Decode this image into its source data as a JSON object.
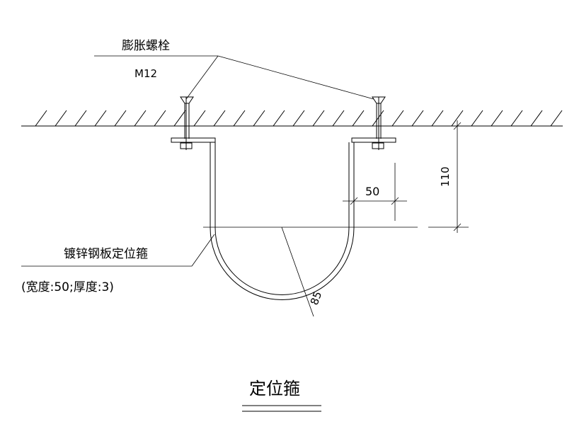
{
  "labels": {
    "bolt_name": "膨胀螺栓",
    "bolt_spec": "M12",
    "clamp_name": "镀锌钢板定位箍",
    "clamp_spec": "(宽度:50;厚度:3)",
    "dim_width": "50",
    "dim_height": "110",
    "dim_radius": "85",
    "title": "定位箍"
  },
  "colors": {
    "line": "#000000",
    "background": "#ffffff"
  }
}
